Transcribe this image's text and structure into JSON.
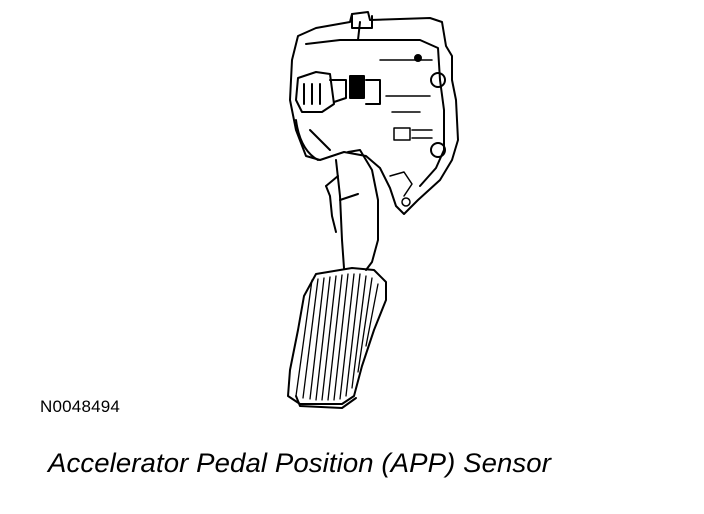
{
  "figure": {
    "reference_code": "N0048494",
    "caption": "Accelerator Pedal Position (APP) Sensor",
    "icon": "accelerator-pedal-line-drawing"
  },
  "colors": {
    "ink": "#000000",
    "paper": "#ffffff"
  }
}
